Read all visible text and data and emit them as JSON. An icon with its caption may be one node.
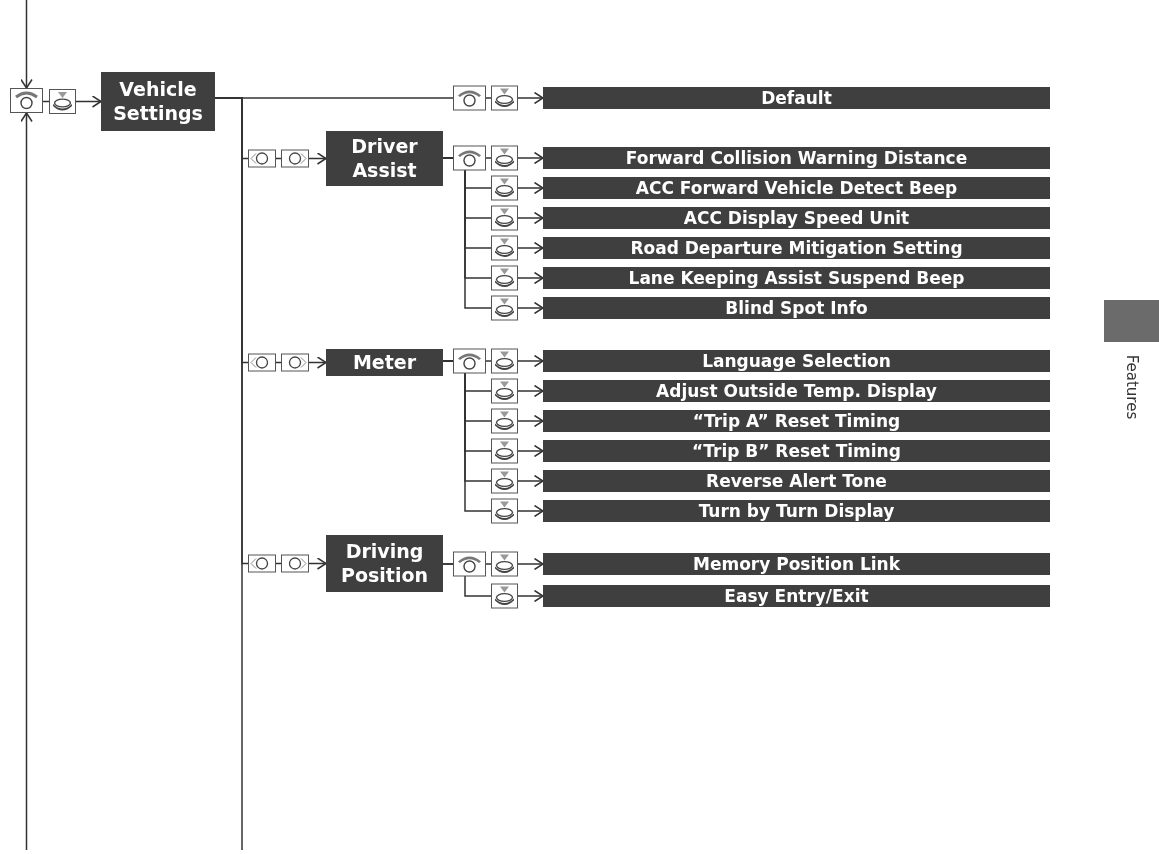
{
  "diagram": {
    "nodes": [
      {
        "text": [],
        "shape": "picture"
      },
      {
        "text": [
          "Vehicle Settings"
        ]
      },
      {
        "text": [
          "Default"
        ]
      },
      {
        "text": [
          "Driver Assist"
        ]
      },
      {
        "text": [
          "Forward Collision Warning Distance"
        ]
      },
      {
        "text": [
          "ACC Forward Vehicle Detect Beep"
        ]
      },
      {
        "text": [
          "ACC Display Speed Unit"
        ]
      },
      {
        "text": [
          "Road Departure Mitigation Setting"
        ]
      },
      {
        "text": [
          "Lane Keeping Assist Suspend Beep"
        ]
      },
      {
        "text": [
          "Blind Spot Info"
        ]
      },
      {
        "text": [
          "Meter"
        ]
      },
      {
        "text": [
          "Language Selection"
        ]
      },
      {
        "text": [
          "Adjust Outside Temp. Display"
        ]
      },
      {
        "text": [
          "“Trip A” Reset Timing"
        ]
      },
      {
        "text": [
          "“Trip B” Reset Timing"
        ]
      },
      {
        "text": [
          "Reverse Alert Tone"
        ]
      },
      {
        "text": [
          "Turn by Turn Display"
        ]
      },
      {
        "text": [
          "Driving Position"
        ]
      },
      {
        "text": [
          "Memory Position Link"
        ]
      },
      {
        "text": [
          "Easy Entry/Exit"
        ]
      }
    ],
    "edges": [
      {
        "from": null,
        "to": 0,
        "arrow": "to"
      },
      {
        "from": null,
        "to": 0,
        "arrow": "to"
      },
      {
        "from": 0,
        "to": 1,
        "arrow": "to"
      },
      {
        "from": 1,
        "to": 2,
        "arrow": "to"
      },
      {
        "from": 1,
        "to": 3,
        "arrow": "to"
      },
      {
        "from": 3,
        "to": 4,
        "arrow": "to"
      },
      {
        "from": 3,
        "to": 5,
        "arrow": "to"
      },
      {
        "from": 3,
        "to": 6,
        "arrow": "to"
      },
      {
        "from": 3,
        "to": 7,
        "arrow": "to"
      },
      {
        "from": 3,
        "to": 8,
        "arrow": "to"
      },
      {
        "from": 3,
        "to": 9,
        "arrow": "to"
      },
      {
        "from": 1,
        "to": 10,
        "arrow": "to"
      },
      {
        "from": 10,
        "to": 11,
        "arrow": "to"
      },
      {
        "from": 10,
        "to": 12,
        "arrow": "to"
      },
      {
        "from": 10,
        "to": 13,
        "arrow": "to"
      },
      {
        "from": 10,
        "to": 14,
        "arrow": "to"
      },
      {
        "from": 10,
        "to": 15,
        "arrow": "to"
      },
      {
        "from": 10,
        "to": 16,
        "arrow": "to"
      },
      {
        "from": 1,
        "to": 17,
        "arrow": "to"
      },
      {
        "from": 17,
        "to": 18,
        "arrow": "to"
      },
      {
        "from": 17,
        "to": 19,
        "arrow": "to"
      }
    ],
    "labels": [
      "Features"
    ]
  }
}
